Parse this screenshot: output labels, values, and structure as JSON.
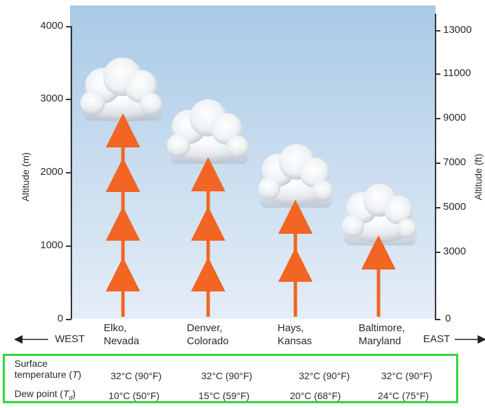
{
  "left_axis": {
    "title": "Altitude (m)",
    "ticks": [
      {
        "label": "0",
        "value": 0
      },
      {
        "label": "1000",
        "value": 1000
      },
      {
        "label": "2000",
        "value": 2000
      },
      {
        "label": "3000",
        "value": 3000
      },
      {
        "label": "4000",
        "value": 4000
      }
    ]
  },
  "right_axis": {
    "title": "Altitude (ft)",
    "ticks": [
      {
        "label": "0",
        "value": 0
      },
      {
        "label": "3000",
        "value": 3000
      },
      {
        "label": "5000",
        "value": 5000
      },
      {
        "label": "7000",
        "value": 7000
      },
      {
        "label": "9000",
        "value": 9000
      },
      {
        "label": "11000",
        "value": 11000
      },
      {
        "label": "13000",
        "value": 13000
      }
    ]
  },
  "directions": {
    "west": "WEST",
    "east": "EAST"
  },
  "cities": [
    {
      "name": "Elko,",
      "state": "Nevada",
      "cloud_base_m": 2700
    },
    {
      "name": "Denver,",
      "state": "Colorado",
      "cloud_base_m": 2100
    },
    {
      "name": "Hays,",
      "state": "Kansas",
      "cloud_base_m": 1500
    },
    {
      "name": "Baltimore,",
      "state": "Maryland",
      "cloud_base_m": 1000
    }
  ],
  "table": {
    "surface_label_1": "Surface",
    "surface_label_2": "temperature (",
    "surface_symbol": "T",
    "surface_label_3": ")",
    "dew_label": "Dew point (",
    "dew_symbol": "T",
    "dew_sub": "d",
    "dew_label_end": ")",
    "surface_values": [
      "32°C (90°F)",
      "32°C (90°F)",
      "32°C (90°F)",
      "32°C (90°F)"
    ],
    "dew_values": [
      "10°C (50°F)",
      "15°C (59°F)",
      "20°C (68°F)",
      "24°C (75°F)"
    ]
  },
  "colors": {
    "arrow": "#f26522",
    "highlight_box": "#32d43a"
  }
}
